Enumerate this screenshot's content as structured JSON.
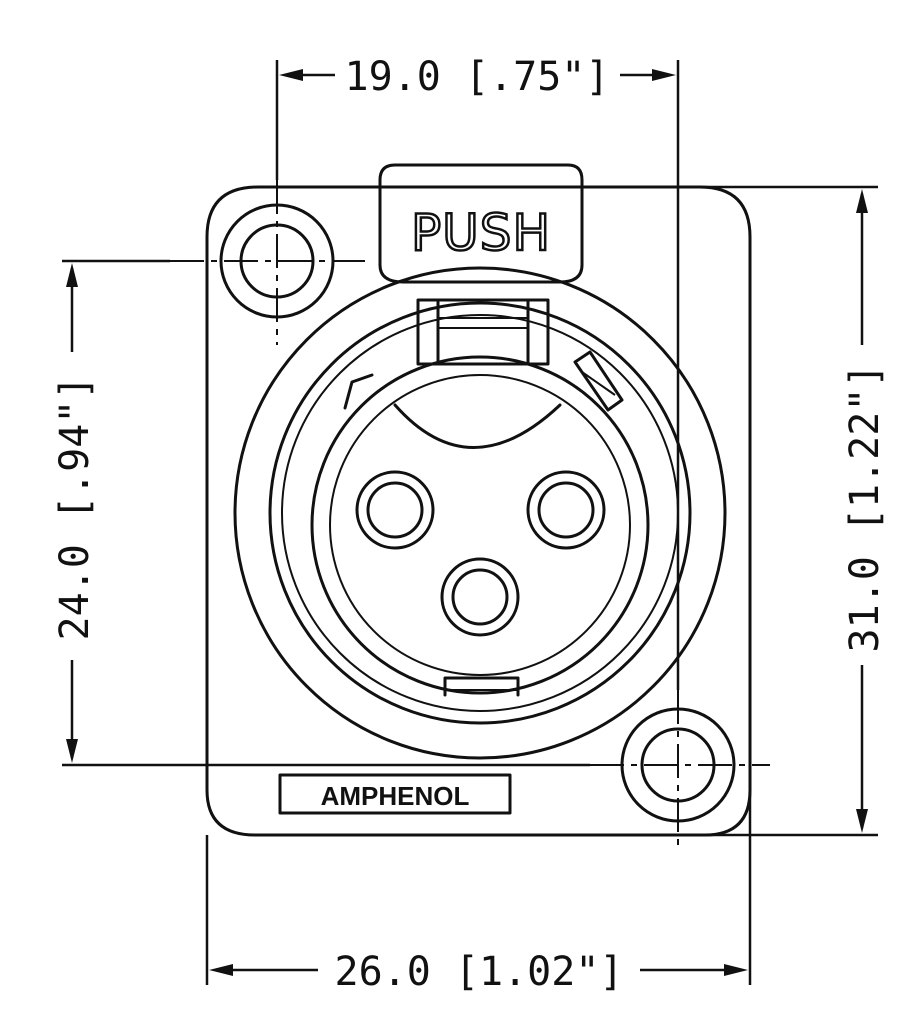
{
  "diagram": {
    "dimensions": {
      "top_width": "19.0 [.75\"]",
      "left_height": "24.0 [.94\"]",
      "right_height": "31.0 [1.22\"]",
      "bottom_width": "26.0 [1.02\"]"
    },
    "push_label": "PUSH",
    "brand_label": "AMPHENOL"
  }
}
